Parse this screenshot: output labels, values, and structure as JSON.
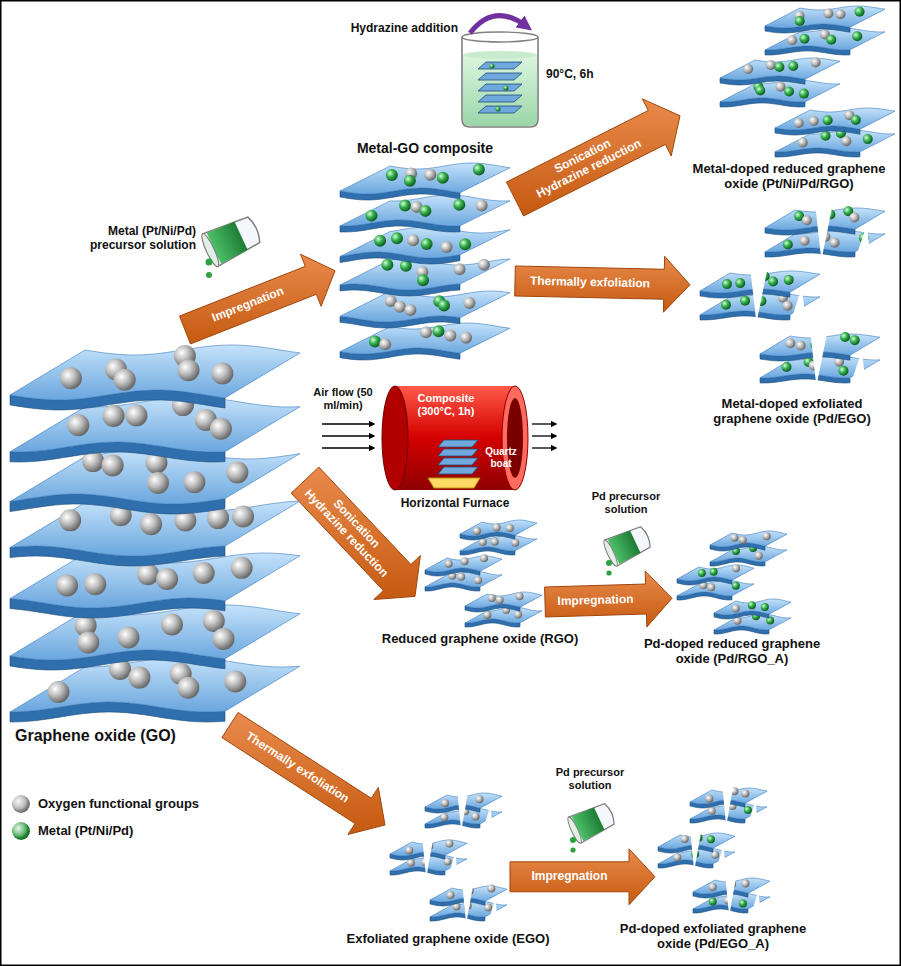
{
  "diagram": {
    "nodes": [
      {
        "text": [
          "Graphene oxide (GO)"
        ]
      },
      {
        "text": [
          "Metal-GO composite"
        ]
      },
      {
        "text": [
          "Metal-doped reduced graphene oxide (Pt/Ni/Pd/RGO)"
        ]
      },
      {
        "text": [
          "Metal-doped exfoliated graphene oxide (Pd/EGO)"
        ]
      },
      {
        "text": [
          "Reduced graphene oxide (RGO)"
        ]
      },
      {
        "text": [
          "Pd-doped reduced graphene oxide (Pd/RGO_A)"
        ]
      },
      {
        "text": [
          "Exfoliated graphene oxide (EGO)"
        ]
      },
      {
        "text": [
          "Pd-doped exfoliated graphene oxide (Pd/EGO_A)"
        ]
      }
    ],
    "edges": [
      {
        "from": 0,
        "to": 1,
        "arrow": "to",
        "label": "Impregnation"
      },
      {
        "from": 1,
        "to": 2,
        "arrow": "to",
        "label": "Sonication Hydrazine reduction"
      },
      {
        "from": 1,
        "to": 3,
        "arrow": "to",
        "label": "Thermally exfoliation"
      },
      {
        "from": 0,
        "to": 4,
        "arrow": "to",
        "label": "Sonication Hydrazine reduction"
      },
      {
        "from": 4,
        "to": 5,
        "arrow": "to",
        "label": "Impregnation"
      },
      {
        "from": 0,
        "to": 6,
        "arrow": "to",
        "label": "Thermally exfoliation"
      },
      {
        "from": 6,
        "to": 7,
        "arrow": "to",
        "label": "Impregnation"
      }
    ],
    "labels": [
      "Metal (Pt/Ni/Pd) precursor solution",
      "Hydrazine addition",
      "90°C, 6h",
      "Composite (300°C, 1h)",
      "Quartz boat",
      "Air flow (50 ml/min)",
      "Horizontal Furnace",
      "Pd precursor solution",
      "Pd precursor solution"
    ],
    "legend": [
      {
        "text": "Oxygen functional groups",
        "color": "#a6a6a6"
      },
      {
        "text": "Metal (Pt/Ni/Pd)",
        "color": "#2ea043"
      }
    ]
  }
}
